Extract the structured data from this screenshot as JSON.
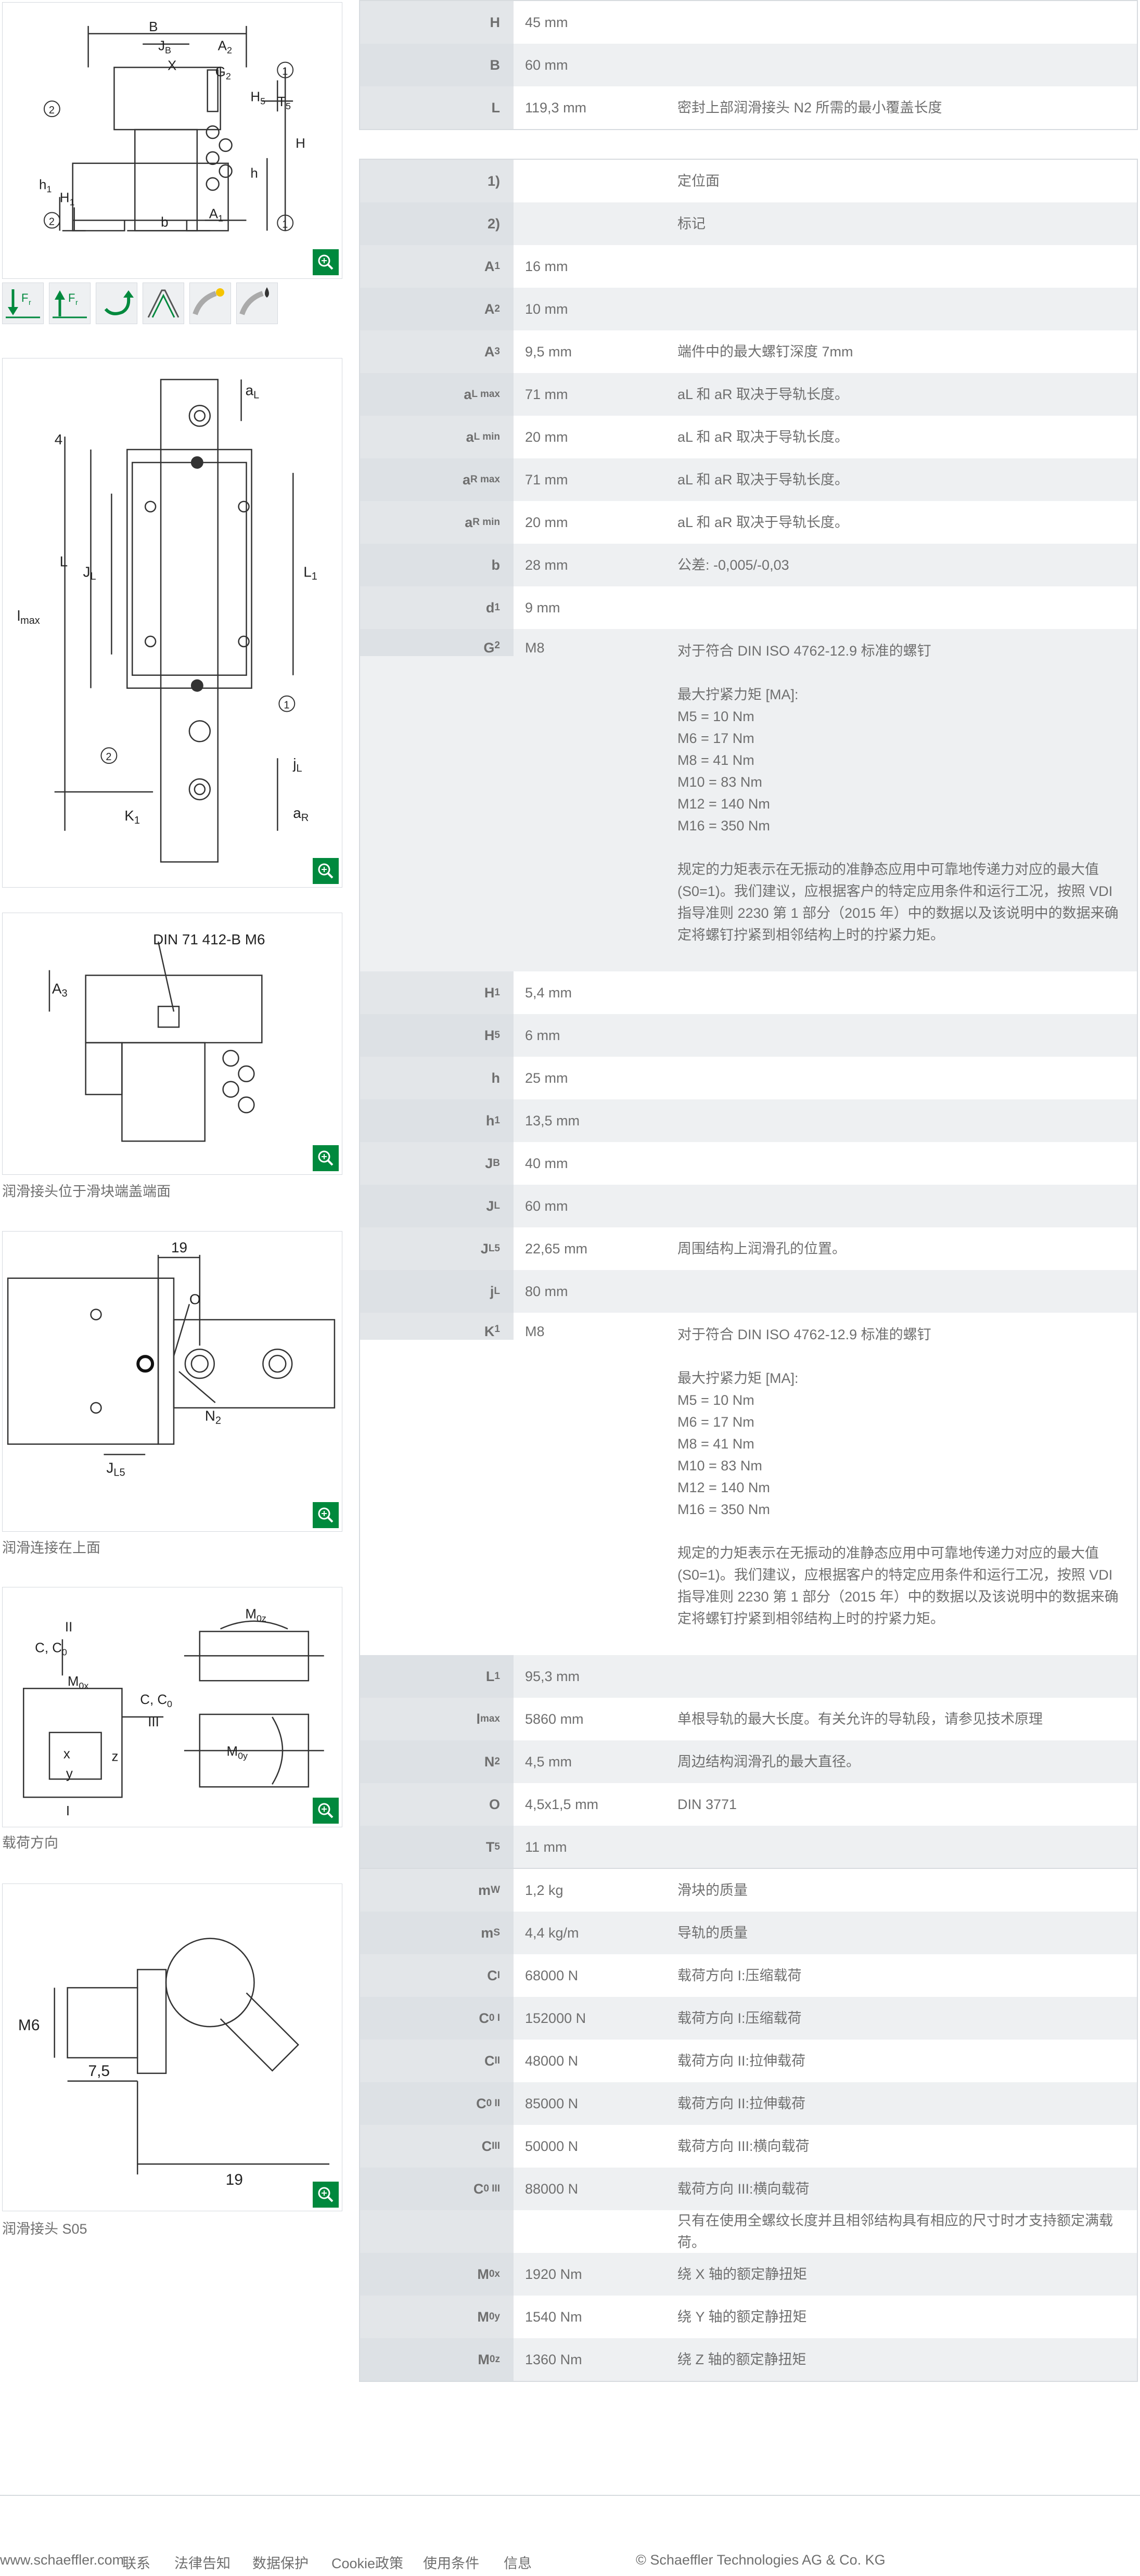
{
  "figures": {
    "fig1_zoom_icon": "zoom-icon",
    "fig2_zoom_icon": "zoom-icon",
    "fig3_label": "DIN 71 412-B M6",
    "fig3_caption": "润滑接头位于滑块端盖端面",
    "fig4_caption": "润滑连接在上面",
    "fig5_caption": "载荷方向",
    "fig6_caption": "润滑接头 S05",
    "fig1_labels": {
      "B": "B",
      "JB": "J",
      "JBsub": "B",
      "A2": "A",
      "A2sub": "2",
      "X": "X",
      "G2": "G",
      "G2sub": "2",
      "H5": "H",
      "H5sub": "5",
      "T5": "T",
      "T5sub": "5",
      "H": "H",
      "h": "h",
      "h1": "h",
      "h1sub": "1",
      "H1": "H",
      "H1sub": "1",
      "b": "b",
      "A1": "A",
      "A1sub": "1",
      "c1": "1",
      "c2": "2"
    },
    "fig2_labels": {
      "aL": "a",
      "aLsub": "L",
      "four": "4",
      "L": "L",
      "JL": "J",
      "JLsub": "L",
      "L1": "L",
      "L1sub": "1",
      "lmax": "l",
      "lmaxsub": "max",
      "jL": "j",
      "jLsub": "L",
      "K1": "K",
      "K1sub": "1",
      "aR": "a",
      "aRsub": "R",
      "c1": "1",
      "c2": "2"
    },
    "fig3_labels": {
      "A3": "A",
      "A3sub": "3"
    },
    "fig4_labels": {
      "n19": "19",
      "O": "O",
      "N2": "N",
      "N2sub": "2",
      "JL5": "J",
      "JL5sub": "L5"
    },
    "fig5_labels": {
      "II": "II",
      "CC0a": "C, C",
      "CC0asub": "0",
      "M0x": "M",
      "M0xsub": "0x",
      "CC0b": "C, C",
      "CC0bsub": "0",
      "III": "III",
      "M0z": "M",
      "M0zsub": "0z",
      "M0y": "M",
      "M0ysub": "0y",
      "x": "x",
      "y": "y",
      "z": "z",
      "I": "I"
    },
    "fig6_labels": {
      "M6": "M6",
      "n75": "7,5",
      "n19": "19"
    },
    "symbol_icons": [
      "load-down-icon",
      "load-up-icon",
      "rotation-icon",
      "sealing-icon",
      "lubrication-icon",
      "oil-drop-icon"
    ],
    "symbol_texts": [
      "F",
      "r",
      "F",
      "r"
    ]
  },
  "table1": [
    {
      "sym": "H",
      "sub": "",
      "val": "45  mm",
      "desc": ""
    },
    {
      "sym": "B",
      "sub": "",
      "val": "60  mm",
      "desc": ""
    },
    {
      "sym": "L",
      "sub": "",
      "val": "119,3  mm",
      "desc": "密封上部润滑接头 N2 所需的最小覆盖长度"
    }
  ],
  "table2": [
    {
      "sym": "1)",
      "sub": "",
      "val": "",
      "desc": "定位面"
    },
    {
      "sym": "2)",
      "sub": "",
      "val": "",
      "desc": "标记"
    },
    {
      "sym": "A",
      "sub": "1",
      "val": "16  mm",
      "desc": ""
    },
    {
      "sym": "A",
      "sub": "2",
      "val": "10  mm",
      "desc": ""
    },
    {
      "sym": "A",
      "sub": "3",
      "val": "9,5  mm",
      "desc": "端件中的最大螺钉深度 7mm"
    },
    {
      "sym": "a",
      "sub": "L max",
      "val": "71  mm",
      "desc": "aL 和 aR 取决于导轨长度。"
    },
    {
      "sym": "a",
      "sub": "L min",
      "val": "20  mm",
      "desc": "aL 和 aR 取决于导轨长度。"
    },
    {
      "sym": "a",
      "sub": "R max",
      "val": "71  mm",
      "desc": "aL 和 aR 取决于导轨长度。"
    },
    {
      "sym": "a",
      "sub": "R min",
      "val": "20  mm",
      "desc": "aL 和 aR 取决于导轨长度。"
    },
    {
      "sym": "b",
      "sub": "",
      "val": "28  mm",
      "desc": "公差: -0,005/-0,03"
    },
    {
      "sym": "d",
      "sub": "1",
      "val": "9  mm",
      "desc": ""
    },
    {
      "sym": "G",
      "sub": "2",
      "val": "M8",
      "desc": "对于符合 DIN ISO 4762-12.9 标准的螺钉\n\n最大拧紧力矩 [MA]:\nM5 = 10 Nm\nM6 = 17 Nm\nM8 = 41 Nm\nM10 = 83 Nm\nM12 = 140 Nm\nM16 = 350 Nm\n\n规定的力矩表示在无振动的准静态应用中可靠地传递力对应的最大值 (S0=1)。我们建议，应根据客户的特定应用条件和运行工况，按照 VDI 指导准则 2230 第 1 部分（2015 年）中的数据以及该说明中的数据来确定将螺钉拧紧到相邻结构上时的拧紧力矩。"
    },
    {
      "sym": "H",
      "sub": "1",
      "val": "5,4  mm",
      "desc": ""
    },
    {
      "sym": "H",
      "sub": "5",
      "val": "6  mm",
      "desc": ""
    },
    {
      "sym": "h",
      "sub": "",
      "val": "25  mm",
      "desc": ""
    },
    {
      "sym": "h",
      "sub": "1",
      "val": "13,5  mm",
      "desc": ""
    },
    {
      "sym": "J",
      "sub": "B",
      "val": "40  mm",
      "desc": ""
    },
    {
      "sym": "J",
      "sub": "L",
      "val": "60  mm",
      "desc": ""
    },
    {
      "sym": "J",
      "sub": "L5",
      "val": "22,65  mm",
      "desc": "周围结构上润滑孔的位置。"
    },
    {
      "sym": "j",
      "sub": "L",
      "val": "80  mm",
      "desc": ""
    },
    {
      "sym": "K",
      "sub": "1",
      "val": "M8",
      "desc": "对于符合 DIN ISO 4762-12.9 标准的螺钉\n\n最大拧紧力矩 [MA]:\nM5 = 10 Nm\nM6 = 17 Nm\nM8 = 41 Nm\nM10 = 83 Nm\nM12 = 140 Nm\nM16 = 350 Nm\n\n规定的力矩表示在无振动的准静态应用中可靠地传递力对应的最大值 (S0=1)。我们建议，应根据客户的特定应用条件和运行工况，按照 VDI 指导准则 2230 第 1 部分（2015 年）中的数据以及该说明中的数据来确定将螺钉拧紧到相邻结构上时的拧紧力矩。"
    },
    {
      "sym": "L",
      "sub": "1",
      "val": "95,3  mm",
      "desc": ""
    },
    {
      "sym": "l",
      "sub": "max",
      "val": "5860  mm",
      "desc": "单根导轨的最大长度。有关允许的导轨段，请参见技术原理"
    },
    {
      "sym": "N",
      "sub": "2",
      "val": "4,5  mm",
      "desc": "周边结构润滑孔的最大直径。"
    },
    {
      "sym": "O",
      "sub": "",
      "val": "4,5x1,5  mm",
      "desc": "DIN 3771"
    },
    {
      "sym": "T",
      "sub": "5",
      "val": "11  mm",
      "desc": ""
    }
  ],
  "table3": [
    {
      "sym": "m",
      "sub": "W",
      "val": "1,2  kg",
      "desc": "滑块的质量"
    },
    {
      "sym": "m",
      "sub": "S",
      "val": "4,4  kg/m",
      "desc": "导轨的质量"
    },
    {
      "sym": "C",
      "sub": "I",
      "val": "68000  N",
      "desc": "载荷方向 I:压缩载荷"
    },
    {
      "sym": "C",
      "sub": "0 I",
      "val": "152000  N",
      "desc": "载荷方向 I:压缩载荷"
    },
    {
      "sym": "C",
      "sub": "II",
      "val": "48000  N",
      "desc": "载荷方向 II:拉伸载荷"
    },
    {
      "sym": "C",
      "sub": "0 II",
      "val": "85000  N",
      "desc": "载荷方向 II:拉伸载荷"
    },
    {
      "sym": "C",
      "sub": "III",
      "val": "50000  N",
      "desc": "载荷方向 III:横向载荷"
    },
    {
      "sym": "C",
      "sub": "0 III",
      "val": "88000  N",
      "desc": "载荷方向 III:横向载荷"
    },
    {
      "sym": "",
      "sub": "",
      "val": "",
      "desc": "只有在使用全螺纹长度并且相邻结构具有相应的尺寸时才支持额定满载荷。"
    },
    {
      "sym": "M",
      "sub": "0x",
      "val": "1920  Nm",
      "desc": "绕 X 轴的额定静扭矩"
    },
    {
      "sym": "M",
      "sub": "0y",
      "val": "1540  Nm",
      "desc": "绕 Y 轴的额定静扭矩"
    },
    {
      "sym": "M",
      "sub": "0z",
      "val": "1360  Nm",
      "desc": "绕 Z 轴的额定静扭矩"
    }
  ],
  "footer": {
    "site": "www.schaeffler.com",
    "links": [
      "联系",
      "法律告知",
      "数据保护",
      "Cookie政策",
      "使用条件",
      "信息"
    ],
    "copyright": "© Schaeffler Technologies AG & Co. KG"
  }
}
